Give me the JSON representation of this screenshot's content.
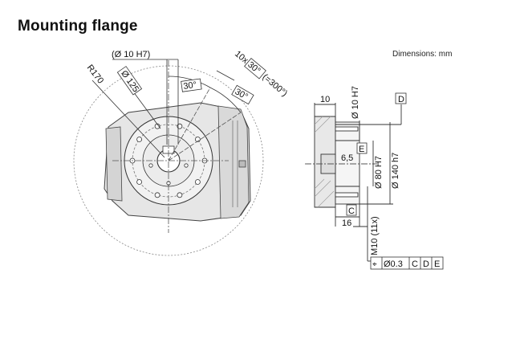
{
  "header": {
    "title": "Mounting flange",
    "dimensions_note": "Dimensions: mm"
  },
  "front_view": {
    "dim_d10h7": "(Ø 10 H7)",
    "dim_r170": "R170",
    "dim_d125": "Ø 125",
    "dim_30deg_a": "30°",
    "dim_30deg_b": "30°",
    "dim_pattern": "10x",
    "dim_pattern_box": "30°",
    "dim_pattern_total": "(=300°)"
  },
  "side_view": {
    "dim_10": "10",
    "dim_d10h7": "Ø 10 H7",
    "datum_d": "D",
    "datum_e": "E",
    "dim_6_5": "6,5",
    "dim_d80h7": "Ø 80 H7",
    "dim_d140h7": "Ø 140 h7",
    "datum_c": "C",
    "dim_16": "16",
    "thread": "M10 (11x)",
    "tol_symbol": "⌖",
    "tol_value": "Ø0.3",
    "tol_ref_c": "C",
    "tol_ref_d": "D",
    "tol_ref_e": "E"
  }
}
